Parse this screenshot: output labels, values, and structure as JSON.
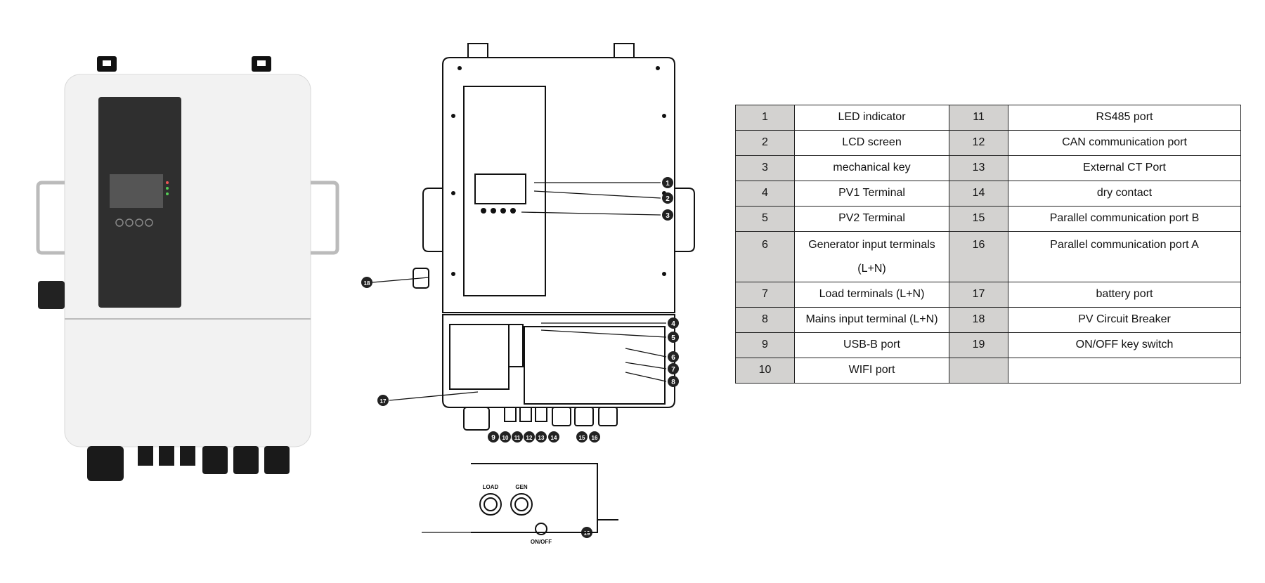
{
  "diagram": {
    "callouts": [
      "1",
      "2",
      "3",
      "4",
      "5",
      "6",
      "7",
      "8",
      "9",
      "10",
      "11",
      "12",
      "13",
      "14",
      "15",
      "16",
      "17",
      "18",
      "19"
    ],
    "panel_labels": {
      "load": "LOAD",
      "gen": "GEN",
      "onoff": "ON/OFF"
    }
  },
  "legend": {
    "rows": [
      {
        "n1": "1",
        "l1": "LED indicator",
        "n2": "11",
        "l2": "RS485 port"
      },
      {
        "n1": "2",
        "l1": "LCD screen",
        "n2": "12",
        "l2": "CAN  communication  port"
      },
      {
        "n1": "3",
        "l1": "mechanical key",
        "n2": "13",
        "l2": "External CT Port"
      },
      {
        "n1": "4",
        "l1": "PV1 Terminal",
        "n2": "14",
        "l2": "dry contact"
      },
      {
        "n1": "5",
        "l1": "PV2  Terminal",
        "n2": "15",
        "l2": "Parallel communication port B"
      },
      {
        "n1": "6",
        "l1": "Generator input terminals (L+N)",
        "n2": "16",
        "l2": "Parallel communication port A"
      },
      {
        "n1": "7",
        "l1": "Load terminals (L+N)",
        "n2": "17",
        "l2": "battery port"
      },
      {
        "n1": "8",
        "l1": "Mains input terminal (L+N)",
        "n2": "18",
        "l2": "PV Circuit Breaker"
      },
      {
        "n1": "9",
        "l1": "USB-B port",
        "n2": "19",
        "l2": "ON/OFF key switch"
      },
      {
        "n1": "10",
        "l1": "WIFI port",
        "n2": "",
        "l2": ""
      }
    ]
  }
}
